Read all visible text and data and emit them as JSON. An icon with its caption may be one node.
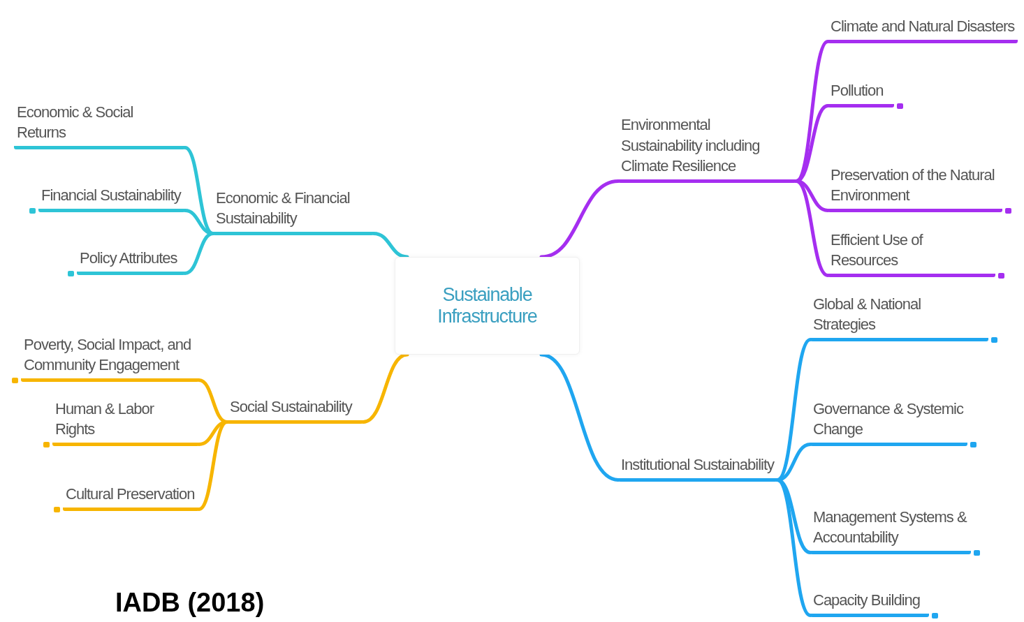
{
  "diagram": {
    "nodes": [
      {
        "text": [
          "Sustainable Infrastructure"
        ]
      },
      {
        "text": [
          "Economic & Financial Sustainability"
        ]
      },
      {
        "text": [
          "Economic & Social Returns"
        ]
      },
      {
        "text": [
          "Financial Sustainability"
        ]
      },
      {
        "text": [
          "Policy Attributes"
        ]
      },
      {
        "text": [
          "Social Sustainability"
        ]
      },
      {
        "text": [
          "Poverty, Social Impact, and Community Engagement"
        ]
      },
      {
        "text": [
          "Human & Labor Rights"
        ]
      },
      {
        "text": [
          "Cultural Preservation"
        ]
      },
      {
        "text": [
          "Environmental Sustainability including Climate Resilience"
        ]
      },
      {
        "text": [
          "Climate and Natural Disasters"
        ]
      },
      {
        "text": [
          "Pollution"
        ]
      },
      {
        "text": [
          "Preservation of the Natural Environment"
        ]
      },
      {
        "text": [
          "Efficient Use of Resources"
        ]
      },
      {
        "text": [
          "Institutional Sustainability"
        ]
      },
      {
        "text": [
          "Global & National Strategies"
        ]
      },
      {
        "text": [
          "Governance & Systemic Change"
        ]
      },
      {
        "text": [
          "Management Systems & Accountability"
        ]
      },
      {
        "text": [
          "Capacity Building"
        ]
      }
    ],
    "edges": [
      {
        "from": 0,
        "to": 1,
        "arrow": "none",
        "color": "#2ec4d6"
      },
      {
        "from": 1,
        "to": 2,
        "arrow": "none",
        "color": "#2ec4d6"
      },
      {
        "from": 1,
        "to": 3,
        "arrow": "none",
        "color": "#2ec4d6"
      },
      {
        "from": 1,
        "to": 4,
        "arrow": "none",
        "color": "#2ec4d6"
      },
      {
        "from": 0,
        "to": 5,
        "arrow": "none",
        "color": "#f7b500"
      },
      {
        "from": 5,
        "to": 6,
        "arrow": "none",
        "color": "#f7b500"
      },
      {
        "from": 5,
        "to": 7,
        "arrow": "none",
        "color": "#f7b500"
      },
      {
        "from": 5,
        "to": 8,
        "arrow": "none",
        "color": "#f7b500"
      },
      {
        "from": 0,
        "to": 9,
        "arrow": "none",
        "color": "#a52ef0"
      },
      {
        "from": 9,
        "to": 10,
        "arrow": "none",
        "color": "#a52ef0"
      },
      {
        "from": 9,
        "to": 11,
        "arrow": "none",
        "color": "#a52ef0"
      },
      {
        "from": 9,
        "to": 12,
        "arrow": "none",
        "color": "#a52ef0"
      },
      {
        "from": 9,
        "to": 13,
        "arrow": "none",
        "color": "#a52ef0"
      },
      {
        "from": 0,
        "to": 14,
        "arrow": "none",
        "color": "#1fa6f0"
      },
      {
        "from": 14,
        "to": 15,
        "arrow": "none",
        "color": "#1fa6f0"
      },
      {
        "from": 14,
        "to": 16,
        "arrow": "none",
        "color": "#1fa6f0"
      },
      {
        "from": 14,
        "to": 17,
        "arrow": "none",
        "color": "#1fa6f0"
      },
      {
        "from": 14,
        "to": 18,
        "arrow": "none",
        "color": "#1fa6f0"
      }
    ],
    "labels": [
      "IADB (2018)"
    ]
  }
}
